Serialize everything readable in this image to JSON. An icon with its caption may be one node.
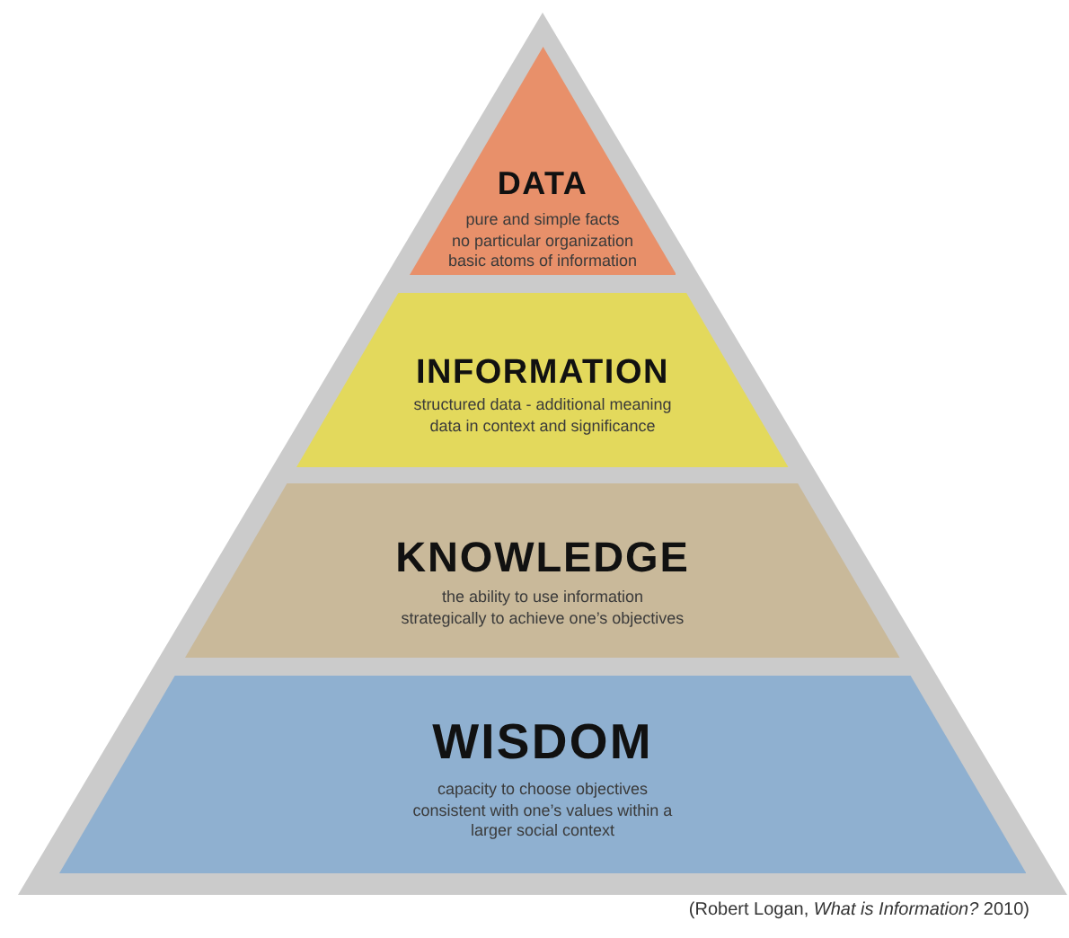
{
  "diagram": {
    "caption": "(Robert Logan, *What is Information?* 2010)",
    "nodes": [
      {
        "text": [
          "DATA",
          "pure and simple facts",
          "no particular organization",
          "basic atoms of information"
        ]
      },
      {
        "text": [
          "INFORMATION",
          "structured data - additional meaning",
          "data in context and significance"
        ]
      },
      {
        "text": [
          "KNOWLEDGE",
          "the ability to use information strategically to achieve one’s objectives"
        ]
      },
      {
        "text": [
          "WISDOM",
          "capacity to choose objectives consistent with one’s values within a larger social context"
        ]
      }
    ]
  }
}
